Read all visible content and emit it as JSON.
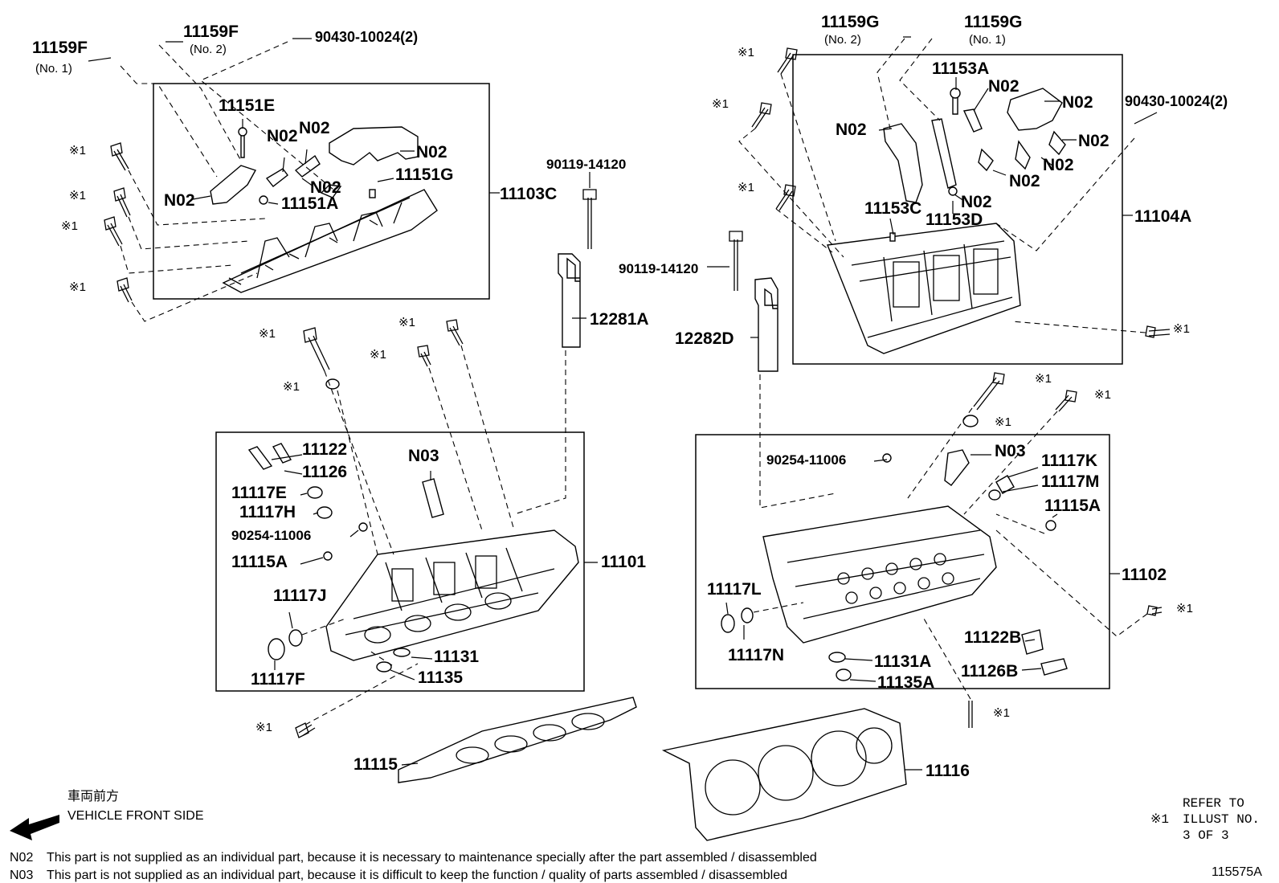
{
  "labels": {
    "p11159F_no1": "11159F",
    "p11159F_no1_sub": "(No. 1)",
    "p11159F_no2": "11159F",
    "p11159F_no2_sub": "(No. 2)",
    "p90430_left": "90430-10024(2)",
    "p11151E": "11151E",
    "n02_a": "N02",
    "n02_b": "N02",
    "n02_c": "N02",
    "n02_d": "N02",
    "n02_e": "N02",
    "p11151G": "11151G",
    "p11151A": "11151A",
    "p11103C": "11103C",
    "p90119_left": "90119-14120",
    "p12281A": "12281A",
    "p11159G_no2": "11159G",
    "p11159G_no2_sub": "(No. 2)",
    "p11159G_no1": "11159G",
    "p11159G_no1_sub": "(No. 1)",
    "p11153A": "11153A",
    "n02_f": "N02",
    "n02_g": "N02",
    "n02_h": "N02",
    "n02_i": "N02",
    "n02_j": "N02",
    "n02_k": "N02",
    "n02_l": "N02",
    "p90430_right": "90430-10024(2)",
    "p11153C": "11153C",
    "p11153D": "11153D",
    "p11104A": "11104A",
    "p90119_right": "90119-14120",
    "p12282D": "12282D",
    "p11122": "11122",
    "p11126": "11126",
    "n03_left": "N03",
    "p11117E": "11117E",
    "p11117H": "11117H",
    "p90254_left": "90254-11006",
    "p11115A_left": "11115A",
    "p11101": "11101",
    "p11117J": "11117J",
    "p11131": "11131",
    "p11135": "11135",
    "p11117F": "11117F",
    "p90254_right": "90254-11006",
    "n03_right": "N03",
    "p11117K": "11117K",
    "p11117M": "11117M",
    "p11115A_right": "11115A",
    "p11102": "11102",
    "p11117L": "11117L",
    "p11117N": "11117N",
    "p11122B": "11122B",
    "p11131A": "11131A",
    "p11126B": "11126B",
    "p11135A": "11135A",
    "p11115": "11115",
    "p11116": "11116"
  },
  "ref_mark": "※1",
  "direction": {
    "japanese": "車両前方",
    "english": "VEHICLE FRONT SIDE"
  },
  "refer": {
    "line1": "REFER TO",
    "mark": "※1",
    "line2": "ILLUST NO.",
    "line3": "3 OF 3"
  },
  "notes": [
    {
      "code": "N02",
      "text": "This part is not supplied as an individual part, because it is necessary to maintenance specially after the part assembled / disassembled"
    },
    {
      "code": "N03",
      "text": "This part is not supplied as an individual part, because it is difficult to keep the function / quality of parts  assembled / disassembled"
    }
  ],
  "illustration_number": "115575A"
}
